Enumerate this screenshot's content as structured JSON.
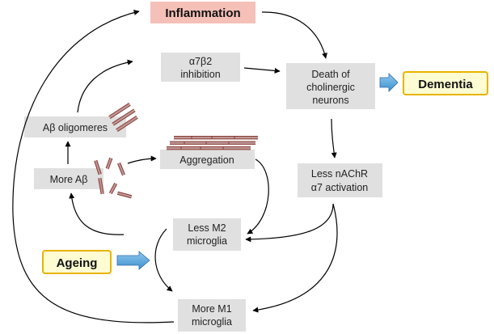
{
  "nodes": {
    "inflammation": "Inflammation",
    "a7b2": [
      "α7β2",
      "inhibition"
    ],
    "death": [
      "Death of",
      "cholinergic",
      "neurons"
    ],
    "dementia": "Dementia",
    "ab_oligomeres": "Aβ oligomeres",
    "more_ab": "More Aβ",
    "aggregation": "Aggregation",
    "less_nachr": [
      "Less nAChR",
      "α7 activation"
    ],
    "less_m2": [
      "Less M2",
      "microglia"
    ],
    "ageing": "Ageing",
    "more_m1": [
      "More M1",
      "microglia"
    ]
  },
  "colors": {
    "inflammation_fill": "#f5c0b8",
    "highlight_fill": "#fdfcd2",
    "highlight_border": "#e8b400",
    "block_arrow_fill": "#5aaadf",
    "box_fill": "#e0e0e0",
    "fibril": "#8a3a36"
  }
}
